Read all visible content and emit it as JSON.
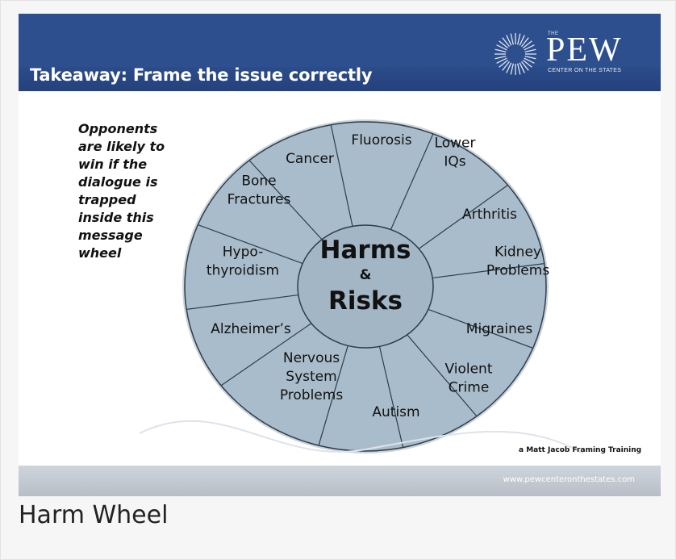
{
  "slide": {
    "title": "Takeaway: Frame the issue correctly",
    "logo": {
      "small": "THE",
      "name": "PEW",
      "subtitle": "CENTER ON THE STATES"
    },
    "side_note_lines": [
      "Opponents",
      "are likely to",
      "win if the",
      "dialogue is",
      "trapped",
      "inside this",
      "message",
      "wheel"
    ],
    "wheel": {
      "center_lines": [
        "Harms",
        "&",
        "Risks"
      ],
      "segments": [
        {
          "lines": [
            "Fluorosis"
          ]
        },
        {
          "lines": [
            "Lower",
            "IQs"
          ]
        },
        {
          "lines": [
            "Arthritis"
          ]
        },
        {
          "lines": [
            "Kidney",
            "Problems"
          ]
        },
        {
          "lines": [
            "Migraines"
          ]
        },
        {
          "lines": [
            "Violent",
            "Crime"
          ]
        },
        {
          "lines": [
            "Autism"
          ]
        },
        {
          "lines": [
            "Nervous",
            "System",
            "Problems"
          ]
        },
        {
          "lines": [
            "Alzheimer’s"
          ]
        },
        {
          "lines": [
            "Hypo-",
            "thyroidism"
          ]
        },
        {
          "lines": [
            "Bone",
            "Fractures"
          ]
        },
        {
          "lines": [
            "Cancer"
          ]
        }
      ]
    },
    "credit": "a Matt Jacob Framing Training",
    "url": "www.pewcenteronthestates.com"
  },
  "caption": "Harm Wheel",
  "colors": {
    "header": "#2e4f8e",
    "wheel_fill": "#a9bccb",
    "wheel_stroke": "#2b3e4e"
  }
}
